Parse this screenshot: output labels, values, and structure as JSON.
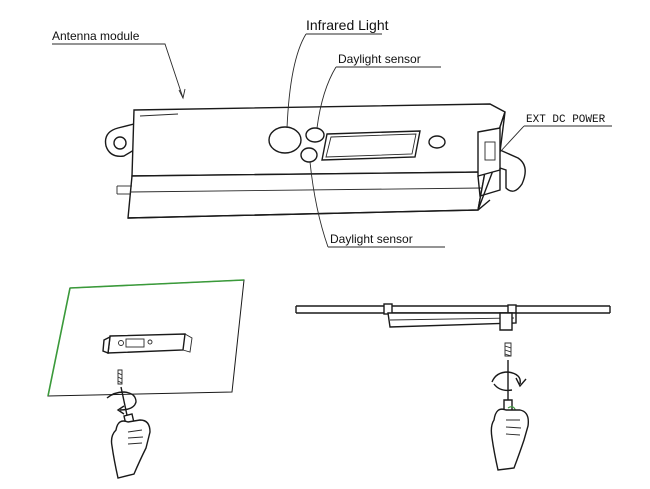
{
  "labels": {
    "antenna_module": "Antenna module",
    "infrared_light": "Infrared Light",
    "daylight_sensor_top": "Daylight sensor",
    "daylight_sensor_bottom": "Daylight sensor",
    "ext_dc_power": "EXT DC POWER"
  },
  "colors": {
    "line": "#1a1a1a",
    "panel_edge_accent": "#3a9a3a"
  },
  "icons": {
    "screwdriver": "screwdriver-icon",
    "hand": "hand-icon",
    "rotation_arrow": "rotation-arrow-icon"
  }
}
